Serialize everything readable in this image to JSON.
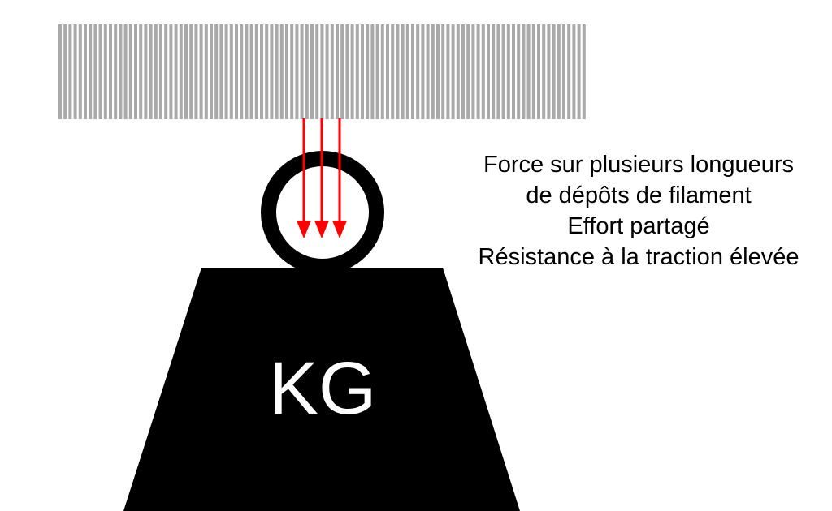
{
  "weight": {
    "label": "KG"
  },
  "caption": {
    "lines": [
      "Force sur plusieurs longueurs",
      "de dépôts de filament",
      "Effort partagé",
      "Résistance à la traction élevée"
    ]
  },
  "colors": {
    "layers": "#a9a9a9",
    "weight": "#000000",
    "arrows": "#ff0000",
    "background": "#ffffff"
  },
  "arrows": {
    "count": 3
  }
}
